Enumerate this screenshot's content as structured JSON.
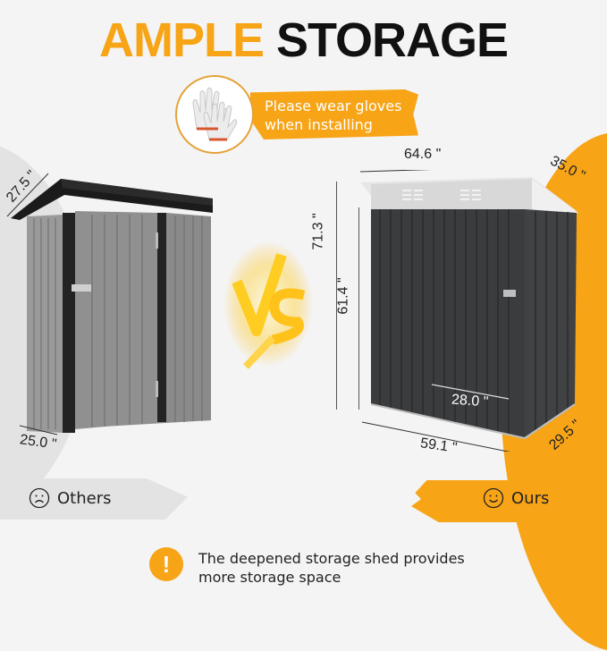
{
  "title": {
    "part1": "AMPLE",
    "part2": "STORAGE"
  },
  "gloves_notice": {
    "line1": "Please wear gloves",
    "line2": "when installing",
    "icon": "gloves-icon"
  },
  "left_shed": {
    "label": "Others",
    "icon": "sad-face-icon",
    "dimensions": {
      "depth_roof": "27.5 \"",
      "depth_base": "25.0 \""
    },
    "colors": {
      "body": "#8e8e8e",
      "trim": "#1f1f1f"
    }
  },
  "vs_label": "VS",
  "right_shed": {
    "label": "Ours",
    "icon": "smile-face-icon",
    "dimensions": {
      "width_roof": "64.6 \"",
      "depth_roof": "35.0 \"",
      "height_total": "71.3 \"",
      "height_wall": "61.4 \"",
      "door_width": "28.0 \"",
      "width_base": "59.1 \"",
      "depth_base": "29.5 \""
    },
    "colors": {
      "body": "#3b3c3e",
      "roof": "#dcdcdc"
    }
  },
  "footer_note": {
    "icon": "exclamation-icon",
    "line1": "The deepened storage shed provides",
    "line2": "more storage space"
  },
  "colors": {
    "accent": "#f7a417",
    "background": "#f4f4f4",
    "gray_panel": "#e3e3e3"
  }
}
